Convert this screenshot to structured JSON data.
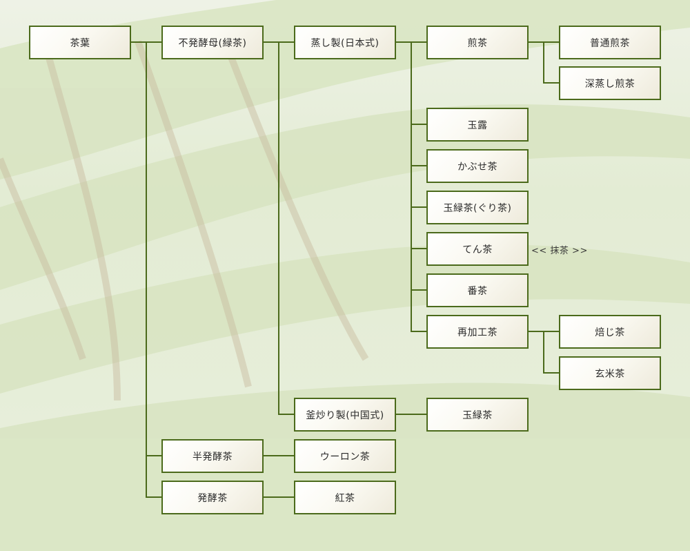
{
  "diagram": {
    "root": "茶葉",
    "fermentation": {
      "unfermented": "不発酵母(緑茶)",
      "semi_fermented": "半発酵茶",
      "fermented": "発酵茶"
    },
    "methods": {
      "steamed": "蒸し製(日本式)",
      "pan_fired": "釜炒り製(中国式)"
    },
    "steamed_teas": {
      "sencha": "煎茶",
      "gyokuro": "玉露",
      "kabusecha": "かぶせ茶",
      "tamaryokucha": "玉緑茶(ぐり茶)",
      "tencha": "てん茶",
      "bancha": "番茶",
      "reprocessed": "再加工茶"
    },
    "sencha_types": {
      "regular": "普通煎茶",
      "deep_steamed": "深蒸し煎茶"
    },
    "reprocessed_types": {
      "hojicha": "焙じ茶",
      "genmaicha": "玄米茶"
    },
    "pan_fired_tea": "玉緑茶",
    "oolong": "ウーロン茶",
    "black_tea": "紅茶",
    "tencha_note": "<< 抹茶 >>"
  },
  "colors": {
    "line": "#4b6a1b",
    "border": "#4b6a1b",
    "box_bg": "#fbfaf3",
    "background": "#e7eedb"
  }
}
